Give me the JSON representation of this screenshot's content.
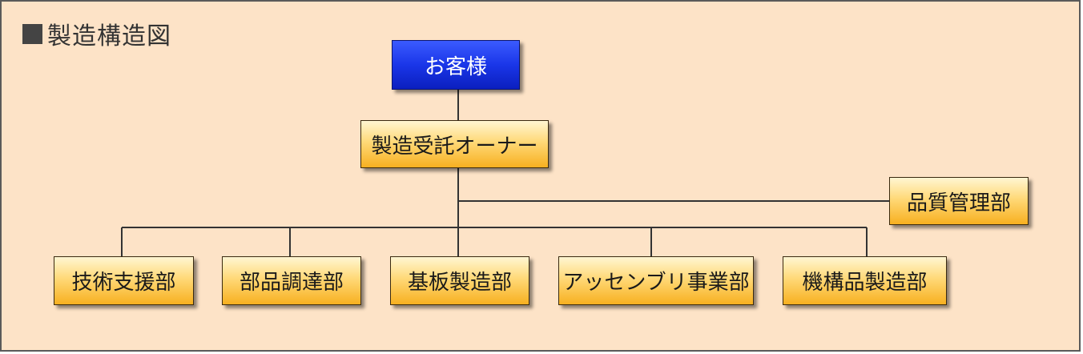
{
  "title": "製造構造図",
  "root": "お客様",
  "owner": "製造受託オーナー",
  "qa": "品質管理部",
  "departments": [
    "技術支援部",
    "部品調達部",
    "基板製造部",
    "アッセンブリ事業部",
    "機構品製造部"
  ],
  "colors": {
    "background": "#fde3c7",
    "root_box": "#1a36e8",
    "dept_box": "#ffd978",
    "connector": "#333333"
  }
}
